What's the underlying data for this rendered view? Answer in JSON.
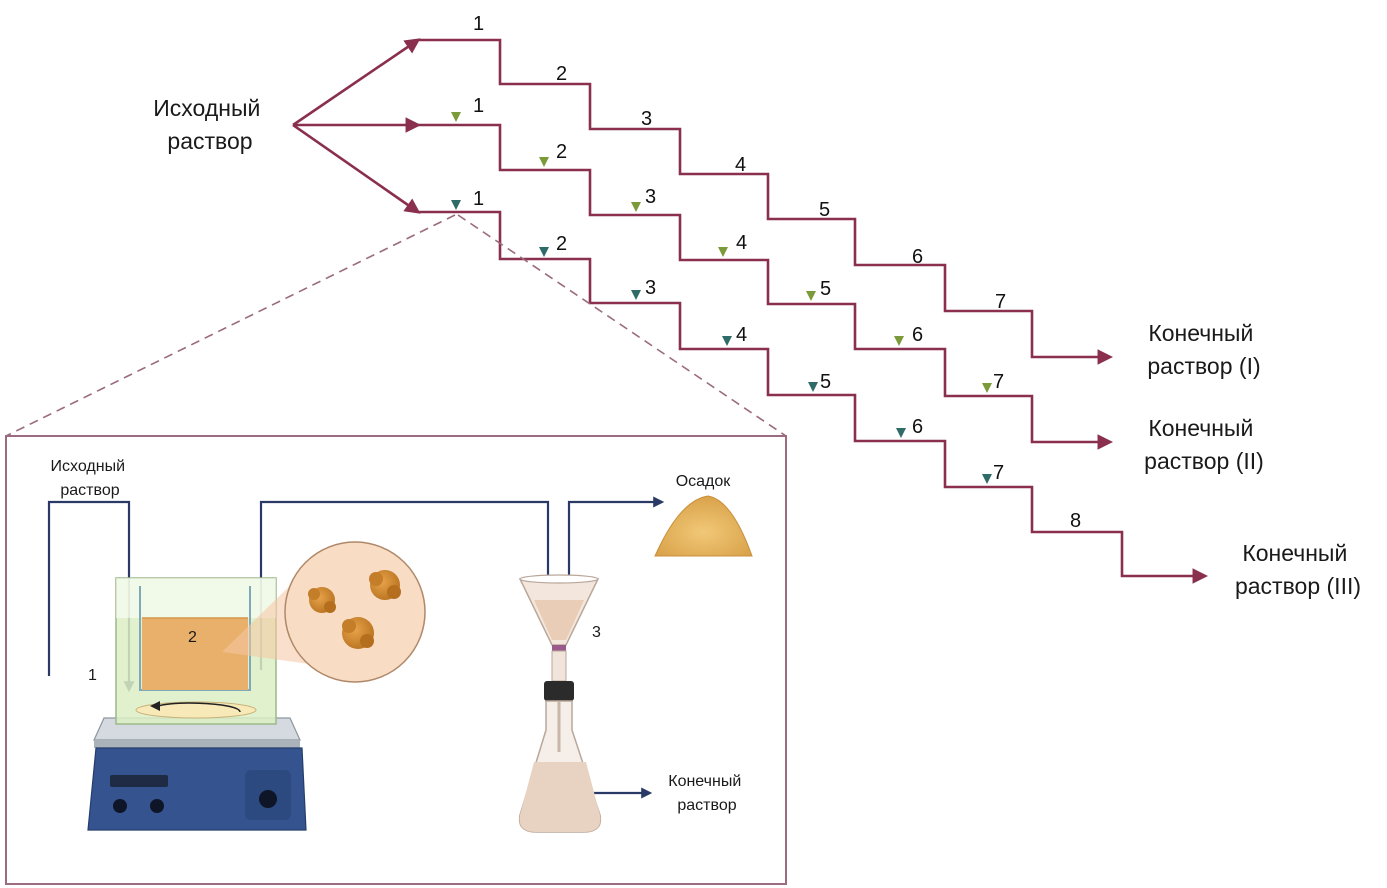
{
  "source_label": [
    "Исходный",
    "раствор"
  ],
  "final_solutions": [
    {
      "line1": "Конечный",
      "line2": "раствор (I)"
    },
    {
      "line1": "Конечный",
      "line2": "раствор (II)"
    },
    {
      "line1": "Конечный",
      "line2": "раствор (III)"
    }
  ],
  "step_numbers": {
    "row1": [
      "1",
      "2",
      "3",
      "4",
      "5",
      "6",
      "7"
    ],
    "row2": [
      "1",
      "2",
      "3",
      "4",
      "5",
      "6",
      "7"
    ],
    "row3": [
      "1",
      "2",
      "3",
      "4",
      "5",
      "6",
      "7",
      "8"
    ]
  },
  "inset": {
    "source_label": [
      "Исходный",
      "раствор"
    ],
    "label_1": "1",
    "label_2": "2",
    "label_3": "3",
    "precipitate_label": "Осадок",
    "final_label": [
      "Конечный",
      "раствор"
    ]
  },
  "colors": {
    "stair": "#8a2f4e",
    "drop_green": "#7b9a3a",
    "drop_teal": "#2f6c68",
    "inset_border": "#9b6b7f",
    "navy": "#2a3a66"
  }
}
